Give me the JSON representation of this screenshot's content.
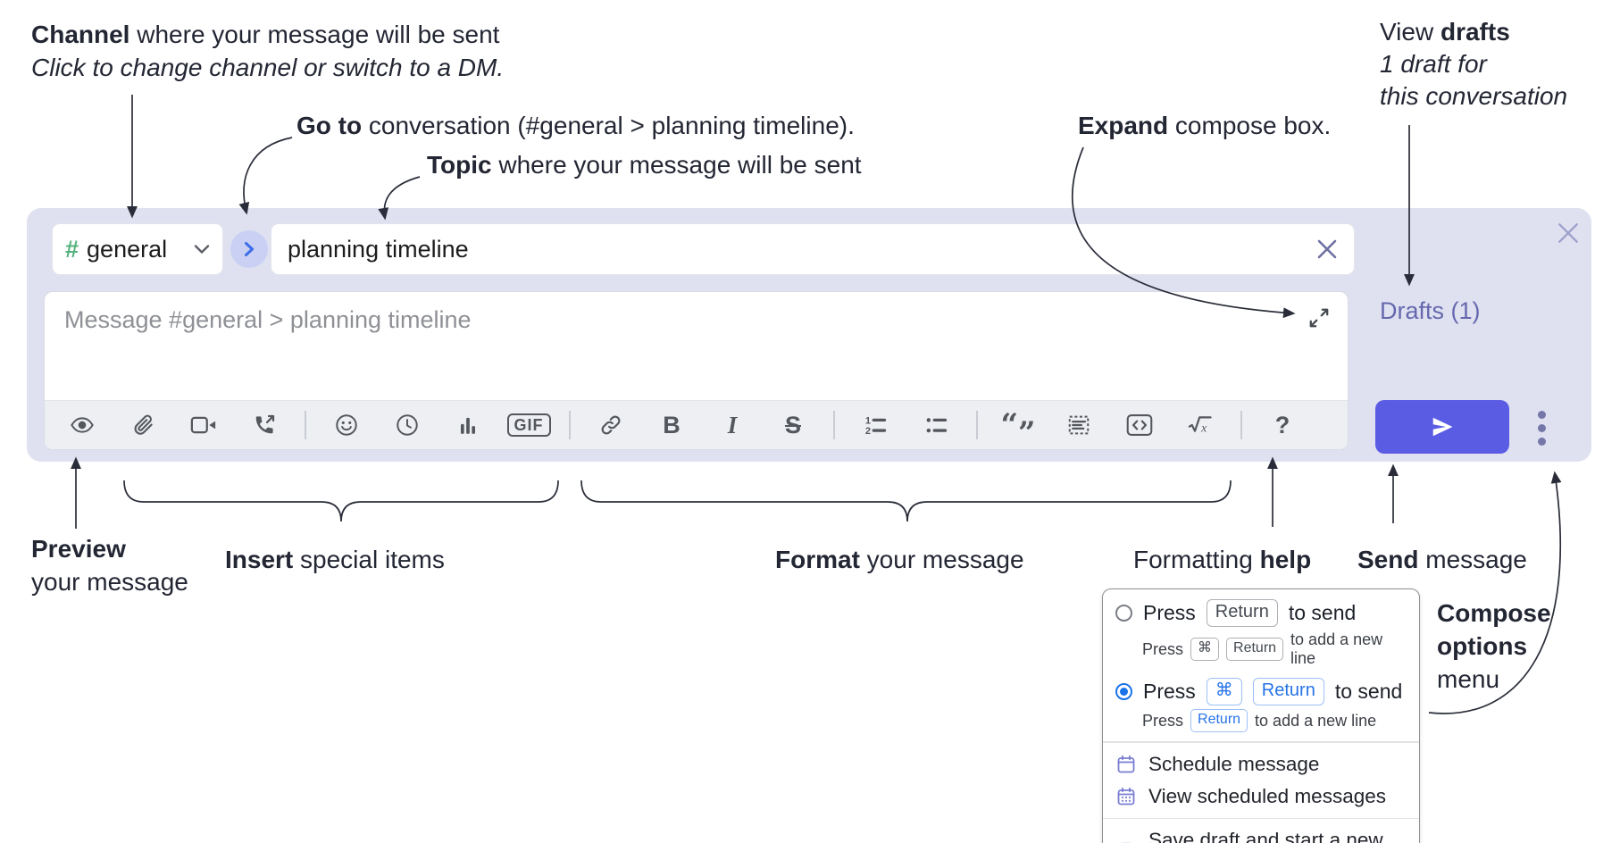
{
  "annotations": {
    "channel": {
      "bold": "Channel",
      "rest": " where your message will be sent",
      "sub": "Click to change channel or switch to a DM."
    },
    "goto": {
      "bold": "Go to",
      "rest": " conversation (#general > planning timeline)."
    },
    "topic": {
      "bold": "Topic",
      "rest": " where your message will be sent"
    },
    "expand": {
      "bold": "Expand",
      "rest": " compose box."
    },
    "view_drafts": {
      "normal": "View ",
      "bold": "drafts",
      "line2": "1 draft for",
      "line3": "this conversation"
    },
    "preview": {
      "bold": "Preview",
      "line2": "your message"
    },
    "insert": {
      "bold": "Insert",
      "rest": " special items"
    },
    "format": {
      "bold": "Format",
      "rest": " your message"
    },
    "formatting_help": {
      "normal": "Formatting ",
      "bold": "help"
    },
    "send": {
      "bold": "Send",
      "rest": " message"
    },
    "compose_options": {
      "line1": "Compose",
      "line2": "options",
      "line3": "menu"
    }
  },
  "composer": {
    "channel_hash": "#",
    "channel_name": "general",
    "topic_value": "planning timeline",
    "message_placeholder": "Message #general > planning timeline",
    "drafts_link": "Drafts (1)",
    "toolbar": {
      "gif": "GIF",
      "bold": "B",
      "italic": "I",
      "strike": "S",
      "help": "?",
      "quote_open": "“",
      "quote_close": "”"
    },
    "toolbar_icon_names": [
      "preview-eye",
      "attach-paperclip",
      "video-camera",
      "phone-call",
      "emoji-smiley",
      "recent-clock",
      "poll-bar-chart",
      "gif",
      "link",
      "bold",
      "italic",
      "strikethrough",
      "ordered-list",
      "bulleted-list",
      "blockquote",
      "code-block",
      "inline-code",
      "formula",
      "formatting-help"
    ],
    "colors": {
      "container_bg": "#dfe1f1",
      "send_button": "#5b5ce4",
      "drafts_link": "#6668ae",
      "hash_green": "#55b27e",
      "goto_blue": "#3c6ce8",
      "toolbar_bg": "#edeff2"
    }
  },
  "popup": {
    "options": [
      {
        "press": "Press",
        "keys": [
          "Return"
        ],
        "suffix": "to send",
        "sub_press": "Press",
        "sub_keys": [
          "⌘",
          "Return"
        ],
        "sub_suffix": "to add a new line",
        "selected": false
      },
      {
        "press": "Press",
        "keys": [
          "⌘",
          "Return"
        ],
        "suffix": "to send",
        "sub_press": "Press",
        "sub_keys": [
          "Return"
        ],
        "sub_suffix": "to add a new line",
        "selected": true
      }
    ],
    "items": [
      {
        "label": "Schedule message"
      },
      {
        "label": "View scheduled messages"
      },
      {
        "label": "Save draft and start a new message"
      }
    ]
  }
}
